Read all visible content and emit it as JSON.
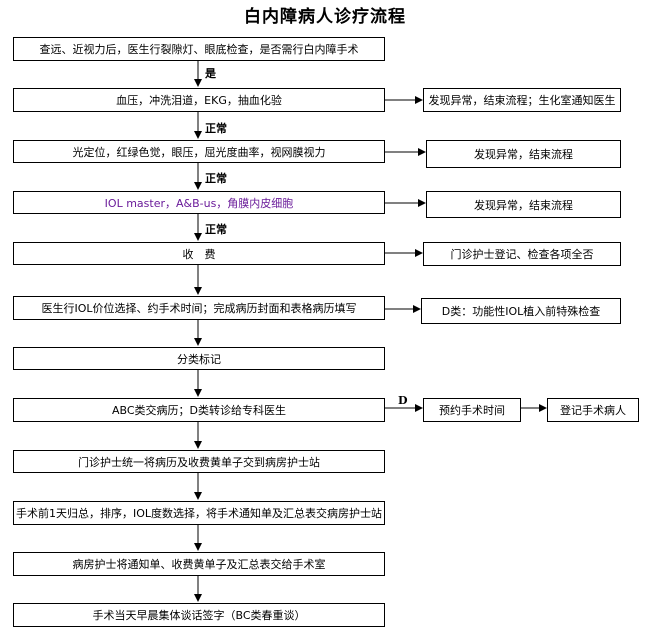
{
  "title": "白内障病人诊疗流程",
  "colors": {
    "line": "#000000",
    "iol_text": "#6a1b9a"
  },
  "steps": [
    "查远、近视力后，医生行裂隙灯、眼底检查，是否需行白内障手术",
    "血压，冲洗泪道，EKG，抽血化验",
    "光定位，红绿色觉，眼压，屈光度曲率，视网膜视力",
    "IOL master，A&B-us，角膜内皮细胞",
    "收　费",
    "医生行IOL价位选择、约手术时间；完成病历封面和表格病历填写",
    "分类标记",
    "ABC类交病历；D类转诊给专科医生",
    "门诊护士统一将病历及收费黄单子交到病房护士站",
    "手术前1天归总，排序，IOL度数选择，将手术通知单及汇总表交病房护士站",
    "病房护士将通知单、收费黄单子及汇总表交给手术室",
    "手术当天早晨集体谈话签字（BC类春重谈）"
  ],
  "edge_labels": {
    "yes": "是",
    "normal1": "正常",
    "normal2": "正常",
    "normal3": "正常",
    "d": "D"
  },
  "side_boxes": {
    "abnormal1": "发现异常，结束流程；生化室通知医生",
    "abnormal2": "发现异常，结束流程",
    "abnormal3": "发现异常，结束流程",
    "register": "门诊护士登记、检查各项全否",
    "d_class": "D类：功能性IOL植入前特殊检查",
    "book_surgery": "预约手术时间",
    "register_patient": "登记手术病人"
  }
}
